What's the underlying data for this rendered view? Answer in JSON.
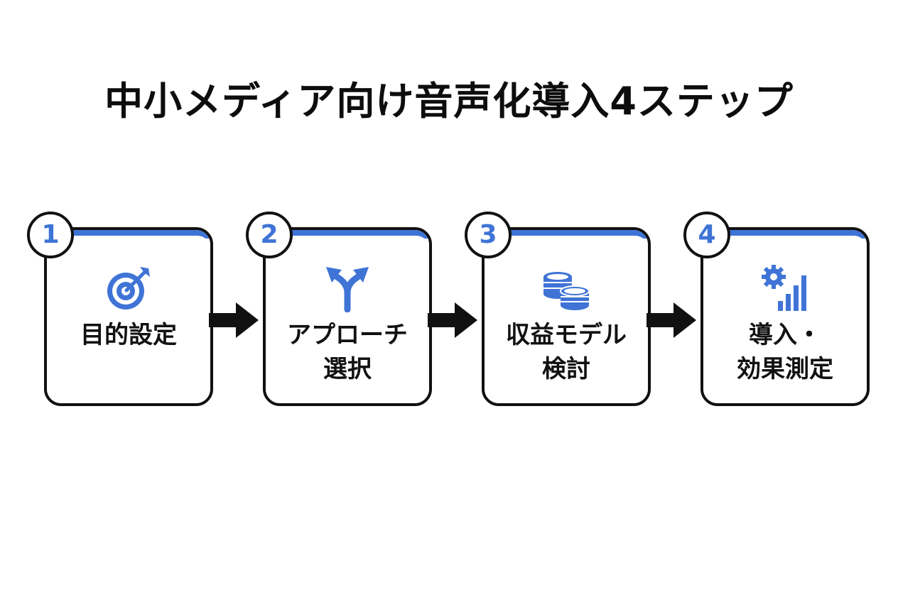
{
  "title": "中小メディア向け音声化導入4ステップ",
  "steps": [
    {
      "number": "1",
      "label": "目的設定",
      "icon": "target-arrow-icon"
    },
    {
      "number": "2",
      "label": "アプローチ\n選択",
      "icon": "split-arrow-icon"
    },
    {
      "number": "3",
      "label": "収益モデル\n検討",
      "icon": "coins-icon"
    },
    {
      "number": "4",
      "label": "導入・\n効果測定",
      "icon": "gear-chart-icon"
    }
  ],
  "colors": {
    "accent": "#3f74d6",
    "outline": "#111111"
  }
}
